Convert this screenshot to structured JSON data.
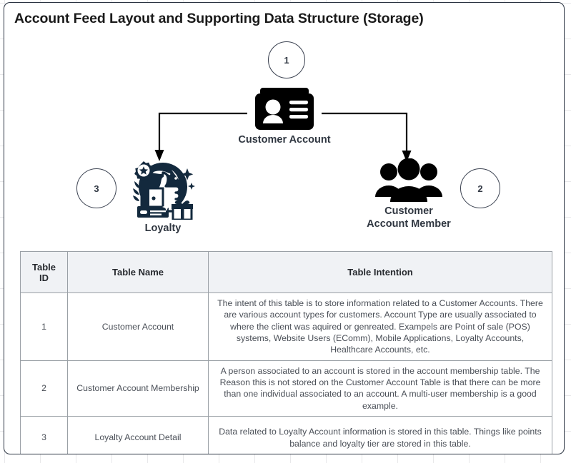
{
  "page": {
    "title": "Account Feed Layout and Supporting Data Structure (Storage)"
  },
  "diagram": {
    "markers": [
      {
        "id": "marker-1",
        "label": "1"
      },
      {
        "id": "marker-2",
        "label": "2"
      },
      {
        "id": "marker-3",
        "label": "3"
      }
    ],
    "nodes": [
      {
        "id": "customer-account",
        "label": "Customer Account",
        "icon": "id-card-icon"
      },
      {
        "id": "loyalty",
        "label": "Loyalty",
        "icon": "loyalty-rewards-icon"
      },
      {
        "id": "customer-account-member",
        "label_line1": "Customer",
        "label_line2": "Account Member",
        "icon": "people-group-icon"
      }
    ]
  },
  "table": {
    "headers": [
      "Table ID",
      "Table Name",
      "Table Intention"
    ],
    "rows": [
      {
        "id": "1",
        "name": "Customer Account",
        "intention": "The intent of this table is to store information related to a Customer Accounts.  There are various account types for customers. Account Type are usually associated to where the client was aquired or genreated. Exampels are Point of sale (POS) systems, Website Users (EComm), Mobile Applications, Loyalty Accounts, Healthcare Accounts, etc."
      },
      {
        "id": "2",
        "name": "Customer Account Membership",
        "intention": "A person associated to an account is stored in the account membership table.  The Reason this is not stored on the Customer Account Table is that there can be more than one individual associated to an account.  A multi-user membership is a good example."
      },
      {
        "id": "3",
        "name": "Loyalty Account Detail",
        "intention": "Data related to Loyalty Account information is stored in this table.  Things like points balance and loyalty tier are stored in this table."
      }
    ]
  },
  "colors": {
    "page_border": "#2b3442",
    "icon_dark": "#000000",
    "icon_navy": "#13293d",
    "header_bg": "#f0f2f5",
    "grid": "#e8e8ea"
  }
}
